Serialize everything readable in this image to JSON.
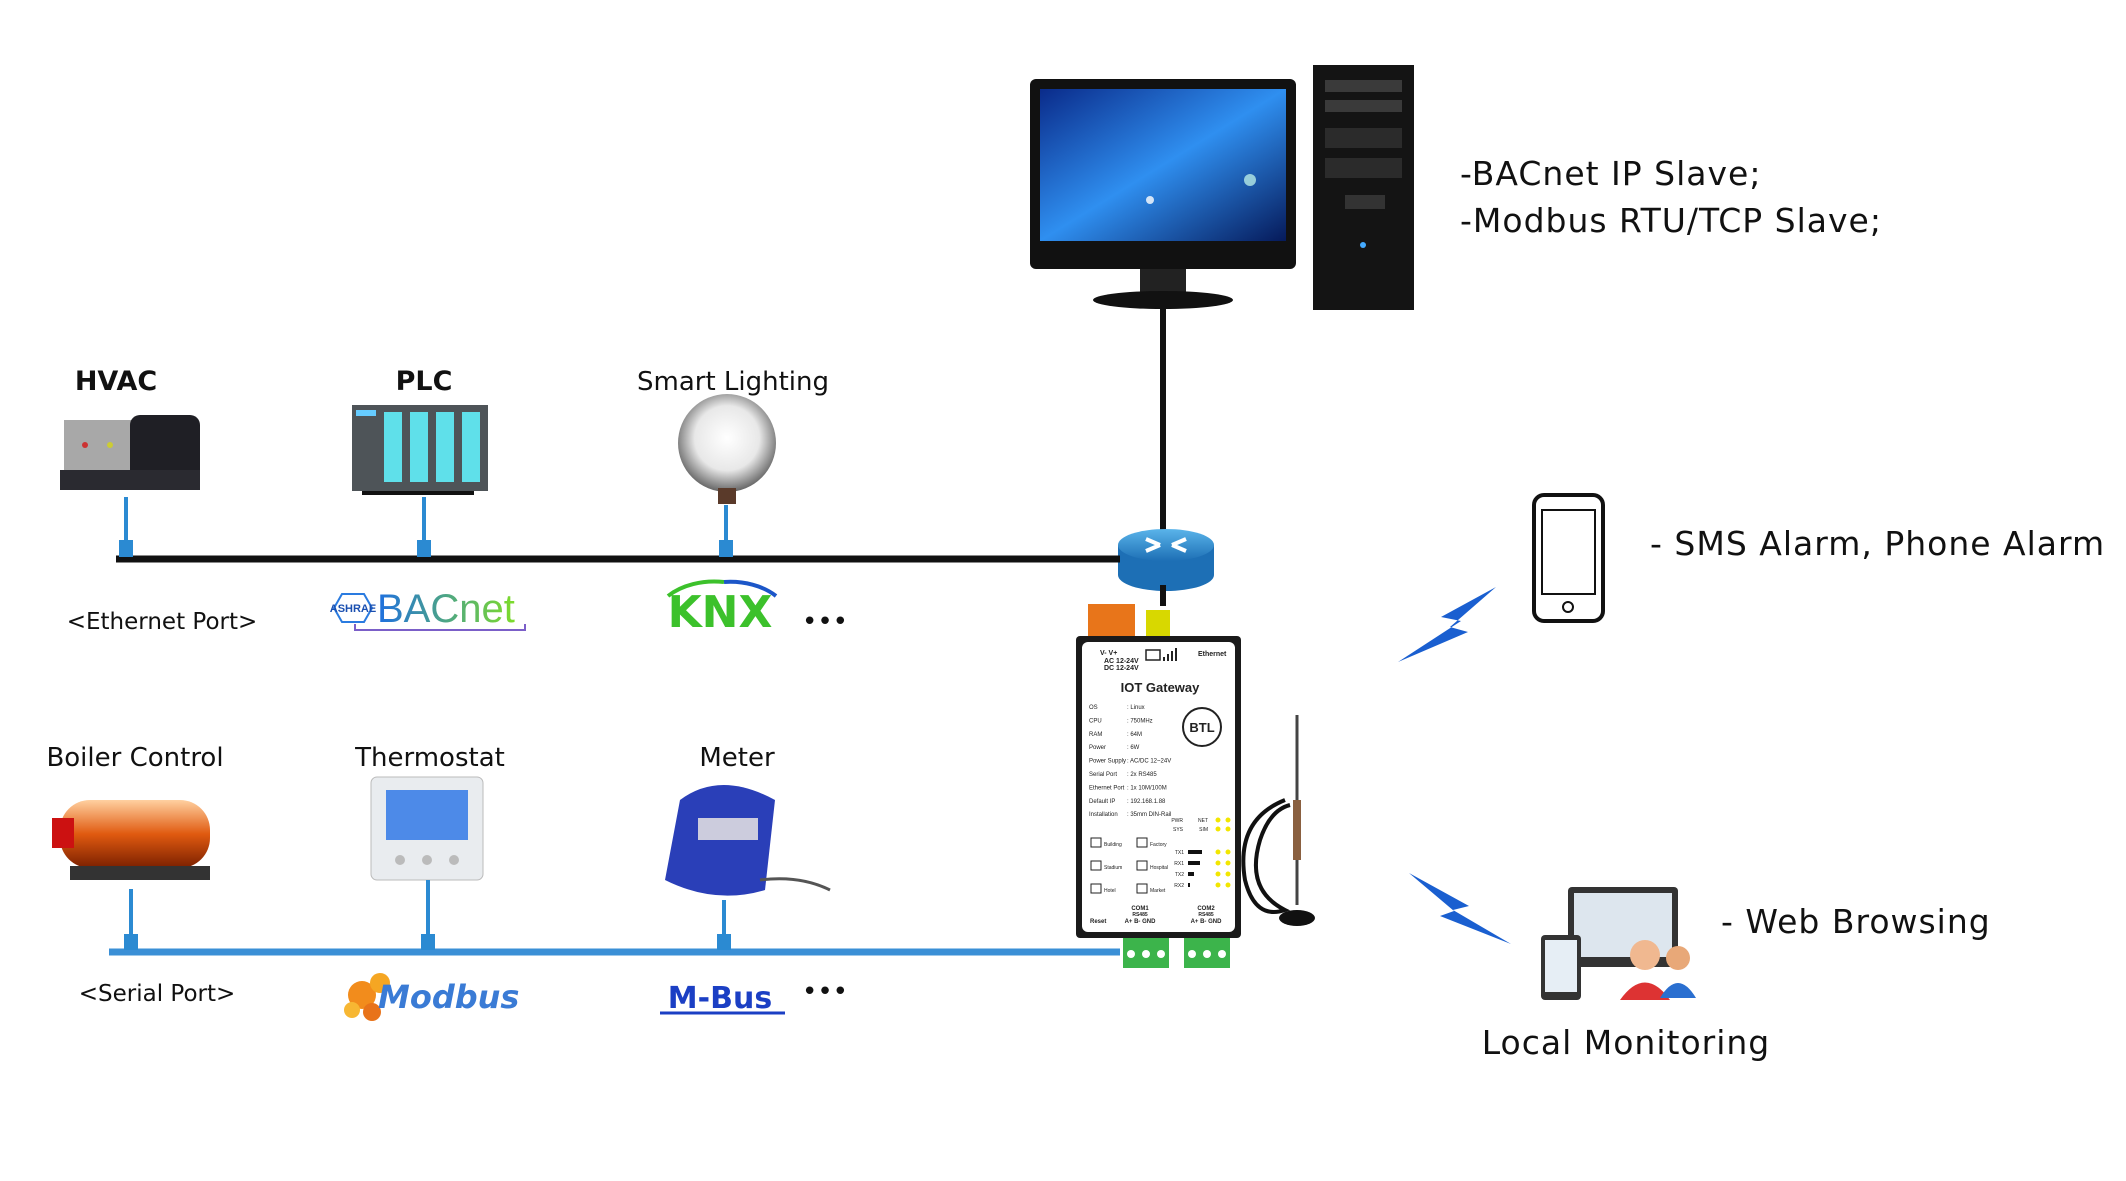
{
  "ethernet_bus": {
    "devices": [
      {
        "label": "HVAC",
        "icon": "hvac-chiller-icon"
      },
      {
        "label": "PLC",
        "icon": "plc-icon"
      },
      {
        "label": "Smart Lighting",
        "icon": "light-bulb-icon"
      }
    ],
    "port_label": "<Ethernet Port>",
    "protocols": [
      "ASHRAE",
      "BACnet",
      "KNX"
    ],
    "more": "•••"
  },
  "serial_bus": {
    "devices": [
      {
        "label": "Boiler Control",
        "icon": "boiler-icon"
      },
      {
        "label": "Thermostat",
        "icon": "thermostat-icon"
      },
      {
        "label": "Meter",
        "icon": "meter-icon"
      }
    ],
    "port_label": "<Serial Port>",
    "protocols": [
      "Modbus",
      "M-Bus"
    ],
    "more": "•••"
  },
  "server": {
    "lines": [
      "-BACnet IP Slave;",
      "-Modbus RTU/TCP Slave;"
    ]
  },
  "phone": {
    "label": "- SMS Alarm, Phone Alarm"
  },
  "web": {
    "label": "- Web Browsing",
    "caption": "Local Monitoring"
  },
  "gateway": {
    "title": "IOT Gateway",
    "power_top": [
      "V-  V+",
      "AC 12-24V",
      "DC 12-24V"
    ],
    "ethernet": "Ethernet",
    "specs": [
      [
        "OS",
        ": Linux"
      ],
      [
        "CPU",
        ": 750MHz"
      ],
      [
        "RAM",
        ": 64M"
      ],
      [
        "Power",
        ": 6W"
      ],
      [
        "Power Supply",
        ": AC/DC 12~24V"
      ],
      [
        "Serial Port",
        ": 2x RS485"
      ],
      [
        "Ethernet Port",
        ": 1x 10M/100M"
      ],
      [
        "Default IP",
        ": 192.168.1.88"
      ],
      [
        "Installation",
        ": 35mm DIN-Rail"
      ]
    ],
    "leds": [
      "PWR",
      "NET",
      "SYS",
      "SIM",
      "TX1",
      "RX1",
      "TX2",
      "RX2"
    ],
    "apps": [
      "Building",
      "Factory",
      "Stadium",
      "Hospital",
      "Hotel",
      "Market"
    ],
    "badge": "BTL",
    "ports": {
      "com1": "COM1",
      "com2": "COM2",
      "rs485": "RS485",
      "reset": "Reset",
      "pins": "A+  B-  GND"
    }
  },
  "colors": {
    "serial_bus": "#3a8fd6",
    "ethernet_bus": "#111111",
    "led": "#f2e600",
    "terminal": "#3cb44b"
  }
}
